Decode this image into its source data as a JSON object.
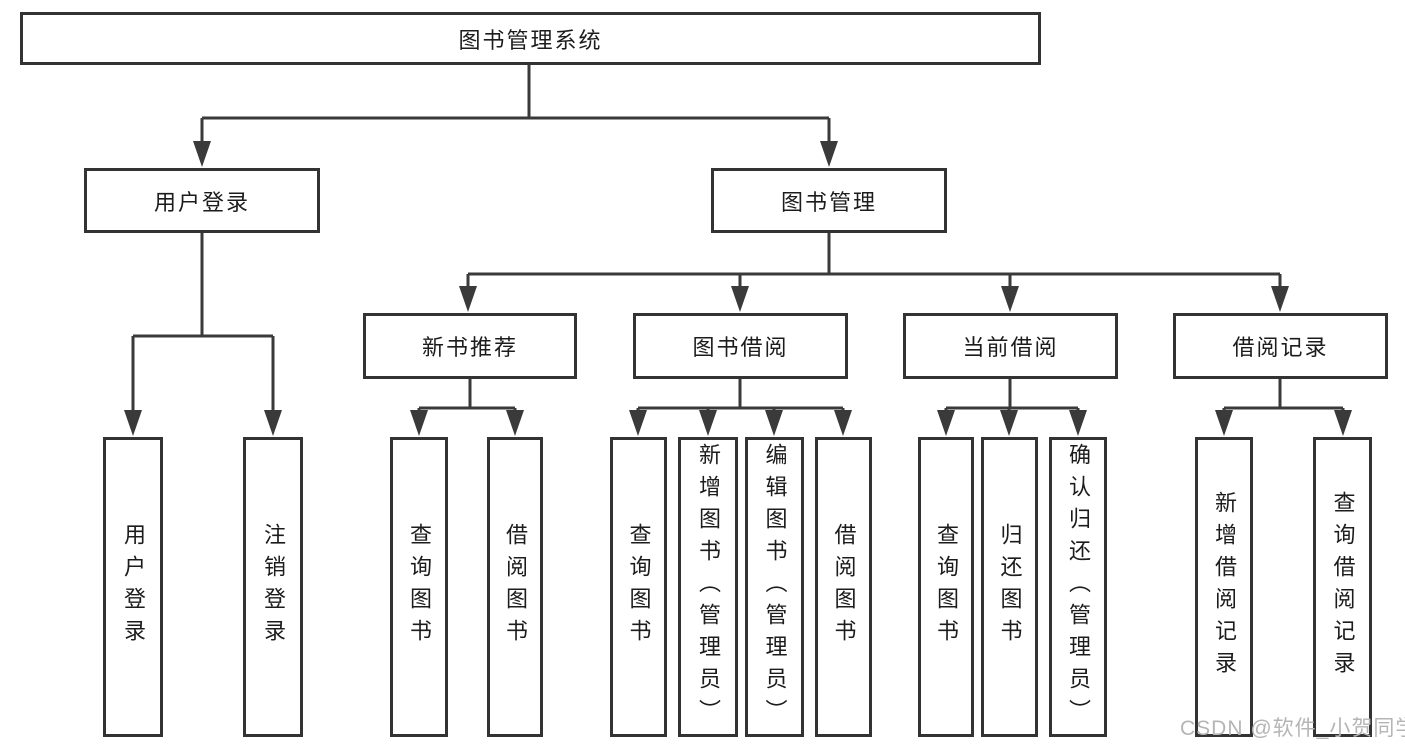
{
  "nodes": {
    "root": "图书管理系统",
    "user_login": "用户登录",
    "book_mgmt": "图书管理",
    "new_book_rec": "新书推荐",
    "book_borrow": "图书借阅",
    "current_borrow": "当前借阅",
    "borrow_records": "借阅记录",
    "leaf_user_login": "用户登录",
    "leaf_logout": "注销登录",
    "leaf_nbr_query_book": "查询图书",
    "leaf_nbr_borrow_book": "借阅图书",
    "leaf_bb_query_book": "查询图书",
    "leaf_bb_add_book": "新增图书（管理员）",
    "leaf_bb_edit_book": "编辑图书（管理员）",
    "leaf_bb_borrow_book": "借阅图书",
    "leaf_cb_query_book": "查询图书",
    "leaf_cb_return_book": "归还图书",
    "leaf_cb_confirm_return": "确认归还（管理员）",
    "leaf_br_add_record": "新增借阅记录",
    "leaf_br_query_record": "查询借阅记录"
  },
  "watermark": "CSDN @软件_小贺同学",
  "colors": {
    "line": "#3a3a3a",
    "border": "#333333",
    "text": "#1c1c1c",
    "watermark": "#b5b5b5",
    "background": "#ffffff"
  }
}
